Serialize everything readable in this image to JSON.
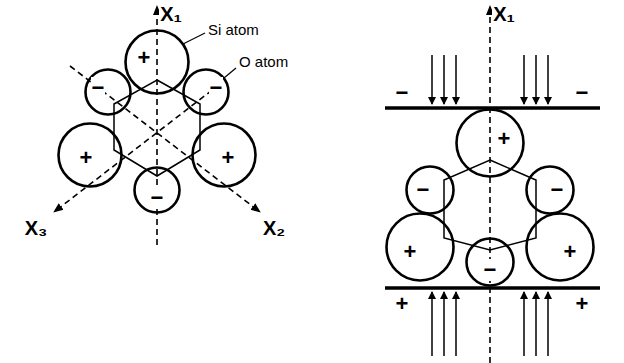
{
  "diagram": {
    "nodes": [
      {
        "text": [
          "+"
        ]
      },
      {
        "text": [
          "−"
        ]
      },
      {
        "text": [
          "−"
        ]
      },
      {
        "text": [
          "+"
        ]
      },
      {
        "text": [
          "+"
        ]
      },
      {
        "text": [
          "−"
        ]
      },
      {
        "text": [
          "+"
        ]
      },
      {
        "text": [
          "−"
        ]
      },
      {
        "text": [
          "−"
        ]
      },
      {
        "text": [
          "+"
        ]
      },
      {
        "text": [
          "+"
        ]
      },
      {
        "text": [
          "−"
        ]
      }
    ],
    "labels": [
      "X₁",
      "Si atom",
      "O atom",
      "X₃",
      "X₂",
      "X₁",
      "−",
      "−",
      "+",
      "+"
    ]
  }
}
